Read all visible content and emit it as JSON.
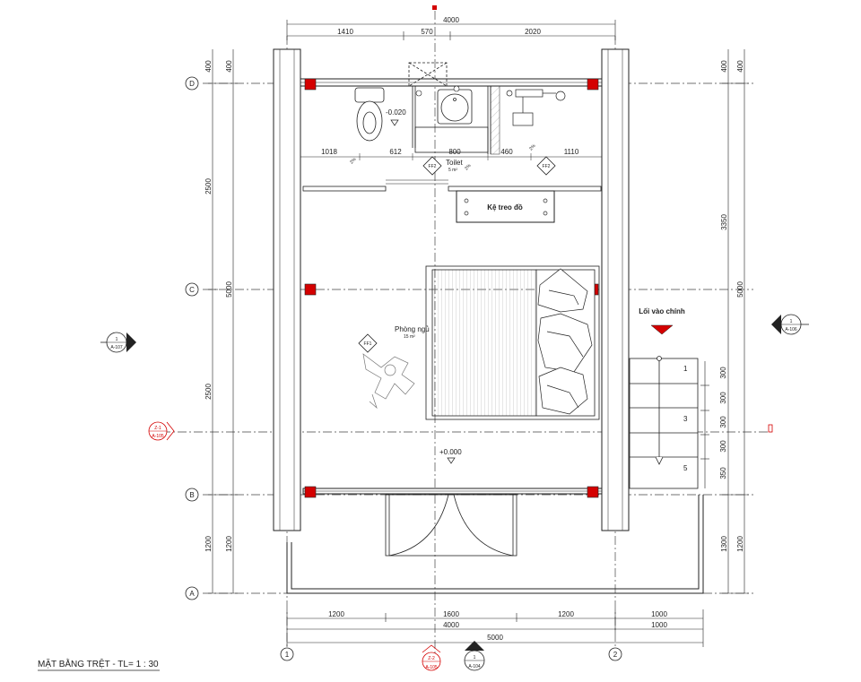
{
  "title": "MẶT BẰNG TRỆT - TL= 1 : 30",
  "grid": {
    "rows": [
      "D",
      "C",
      "B",
      "A"
    ],
    "cols": [
      "1",
      "2"
    ]
  },
  "dims": {
    "top_total": "4000",
    "top_parts": [
      "1410",
      "570",
      "2020"
    ],
    "toilet_row": [
      "1018",
      "612",
      "800",
      "460",
      "1110"
    ],
    "left_outer": [
      "400",
      "2500",
      "2500",
      "1200"
    ],
    "left_inner": [
      "400",
      "5000",
      "1200"
    ],
    "right_inner": [
      "400",
      "3350",
      "1300"
    ],
    "right_outer": [
      "400",
      "5000",
      "1200"
    ],
    "stairs": [
      "300",
      "300",
      "300",
      "300",
      "350"
    ],
    "bottom_row1": [
      "1200",
      "1600",
      "1200",
      "1000"
    ],
    "bottom_row2": [
      "4000",
      "1000"
    ],
    "bottom_total": "5000"
  },
  "rooms": {
    "toilet_name": "Toilet",
    "toilet_area": "5 m²",
    "bedroom_name": "Phòng ngủ",
    "bedroom_area": "15 m²",
    "shelf": "Kệ treo đồ",
    "entrance": "Lối vào chính"
  },
  "levels": {
    "toilet": "-0.020",
    "floor": "+0.000"
  },
  "finish_tags": [
    "FF2",
    "FF2",
    "FF1"
  ],
  "stair_numbers": [
    "1",
    "3",
    "5"
  ],
  "section_marks": {
    "left_top": "1",
    "left_bottom": "A-107",
    "right_top": "1",
    "right_bottom": "A-106",
    "bottom_top": "1",
    "bottom_bottom": "A-104",
    "red_left_top": "Z-1",
    "red_left_bottom": "A-105",
    "red_bottom_top": "Z-2",
    "red_bottom_bottom": "A-105"
  },
  "colors": {
    "line": "#222222",
    "grid_line": "#444444",
    "highlight": "#d40000"
  }
}
